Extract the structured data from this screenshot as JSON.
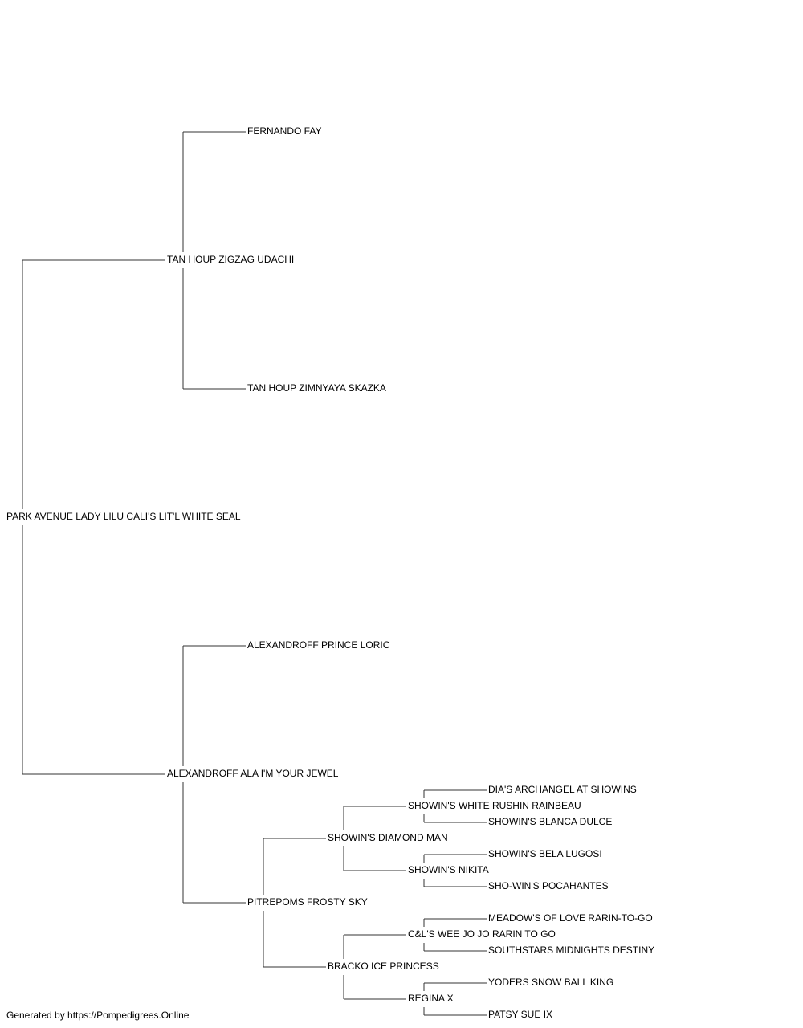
{
  "colors": {
    "line": "#333333",
    "text": "#000000",
    "background": "#ffffff"
  },
  "pedigree": {
    "name": "PARK AVENUE LADY LILU CALI'S LIT'L WHITE SEAL",
    "sire": {
      "name": "TAN HOUP ZIGZAG UDACHI",
      "sire": {
        "name": "FERNANDO FAY"
      },
      "dam": {
        "name": "TAN HOUP ZIMNYAYA SKAZKA"
      }
    },
    "dam": {
      "name": "ALEXANDROFF ALA I'M YOUR JEWEL",
      "sire": {
        "name": "ALEXANDROFF PRINCE LORIC"
      },
      "dam": {
        "name": "PITREPOMS FROSTY SKY",
        "sire": {
          "name": "SHOWIN'S DIAMOND MAN",
          "sire": {
            "name": "SHOWIN'S WHITE RUSHIN RAINBEAU",
            "sire": {
              "name": "DIA'S ARCHANGEL AT SHOWINS"
            },
            "dam": {
              "name": "SHOWIN'S BLANCA DULCE"
            }
          },
          "dam": {
            "name": "SHOWIN'S NIKITA",
            "sire": {
              "name": "SHOWIN'S BELA LUGOSI"
            },
            "dam": {
              "name": "SHO-WIN'S POCAHANTES"
            }
          }
        },
        "dam": {
          "name": "BRACKO ICE PRINCESS",
          "sire": {
            "name": "C&L'S WEE JO JO RARIN TO GO",
            "sire": {
              "name": "MEADOW'S OF LOVE RARIN-TO-GO"
            },
            "dam": {
              "name": "SOUTHSTARS MIDNIGHTS DESTINY"
            }
          },
          "dam": {
            "name": "REGINA X",
            "sire": {
              "name": "YODERS SNOW BALL KING"
            },
            "dam": {
              "name": "PATSY SUE IX"
            }
          }
        }
      }
    }
  },
  "footer": {
    "text": "Generated by https://Pompedigrees.Online"
  }
}
